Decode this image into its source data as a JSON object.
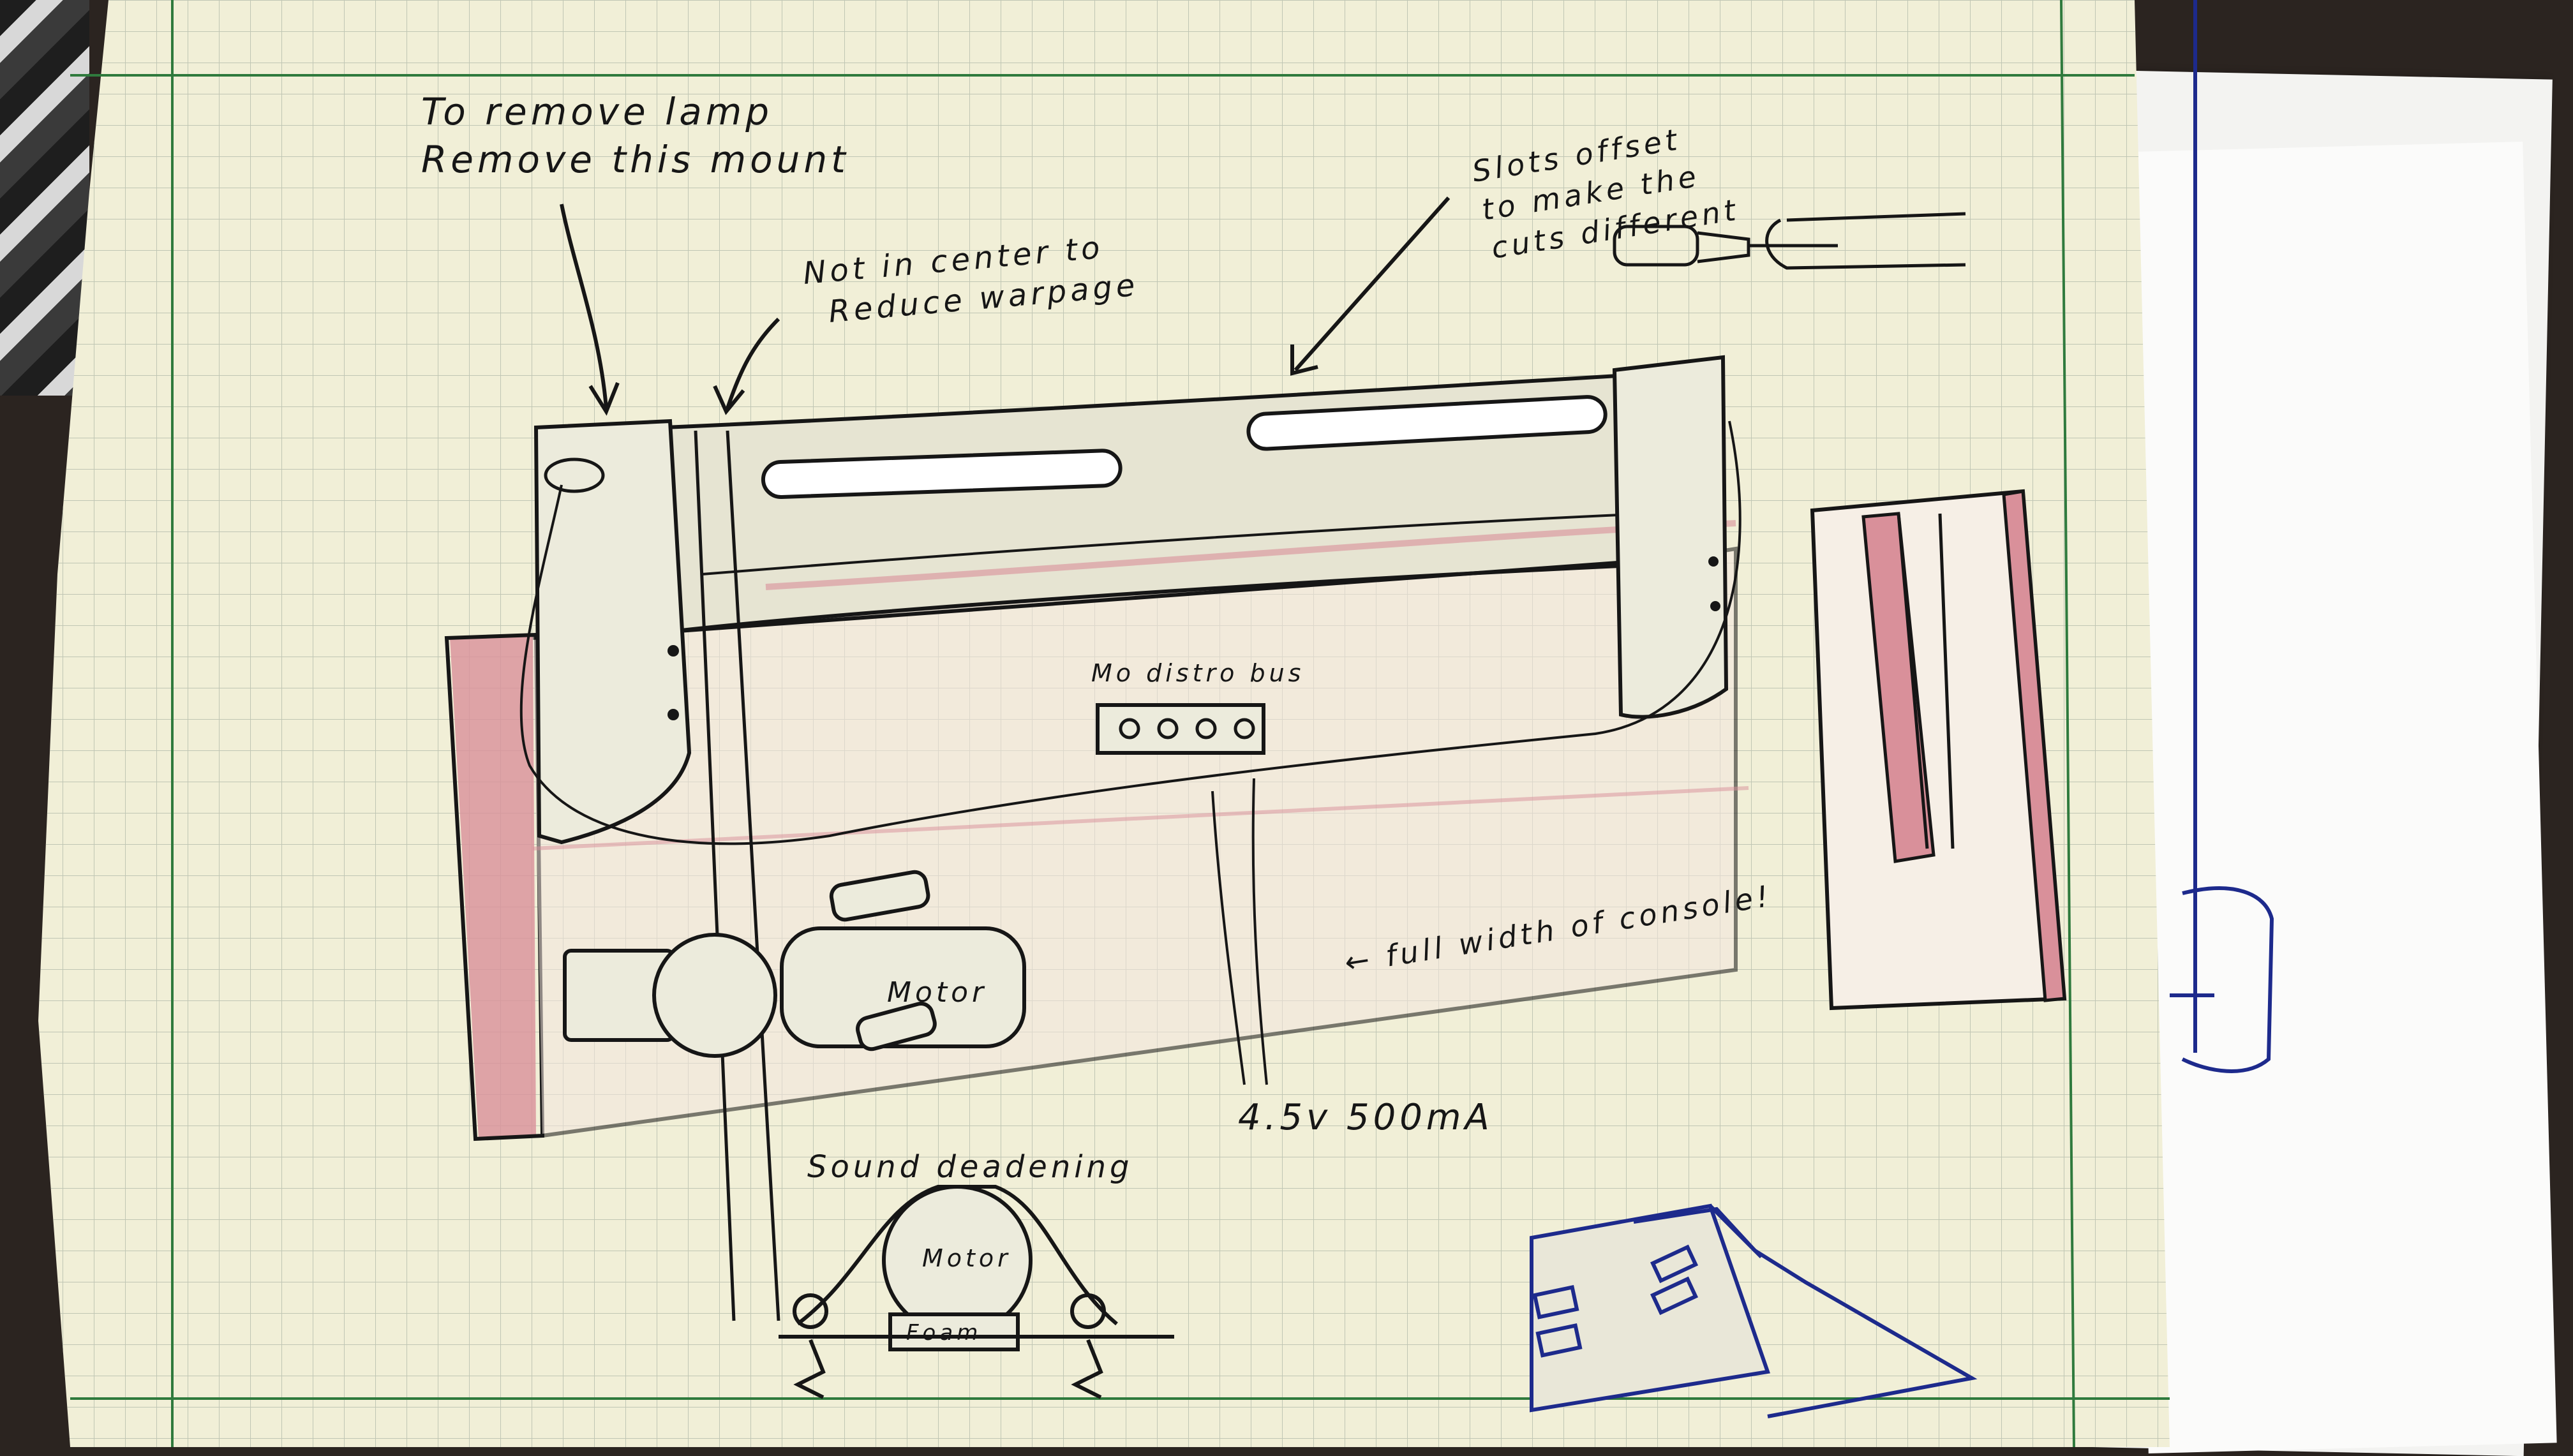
{
  "notes": {
    "lamp_line1": "To remove lamp",
    "lamp_line2": "Remove this mount",
    "center_line1": "Not in center to",
    "center_line2": "Reduce warpage",
    "slots_line1": "Slots offset",
    "slots_line2": "to make the",
    "slots_line3": "cuts different",
    "distro": "Mo distro bus",
    "full_width": "← full width of console!",
    "power": "4.5v 500mA",
    "sound": "Sound deadening",
    "motor": "Motor",
    "motor_small": "Motor",
    "foam": "Foam"
  },
  "colors": {
    "paper": "#f1efd7",
    "grid": "#b7bfae",
    "margin_line": "#2f7a3d",
    "pencil_red": "#d9909a",
    "ink": "#161616",
    "blue_ink": "#1d2a8c"
  }
}
